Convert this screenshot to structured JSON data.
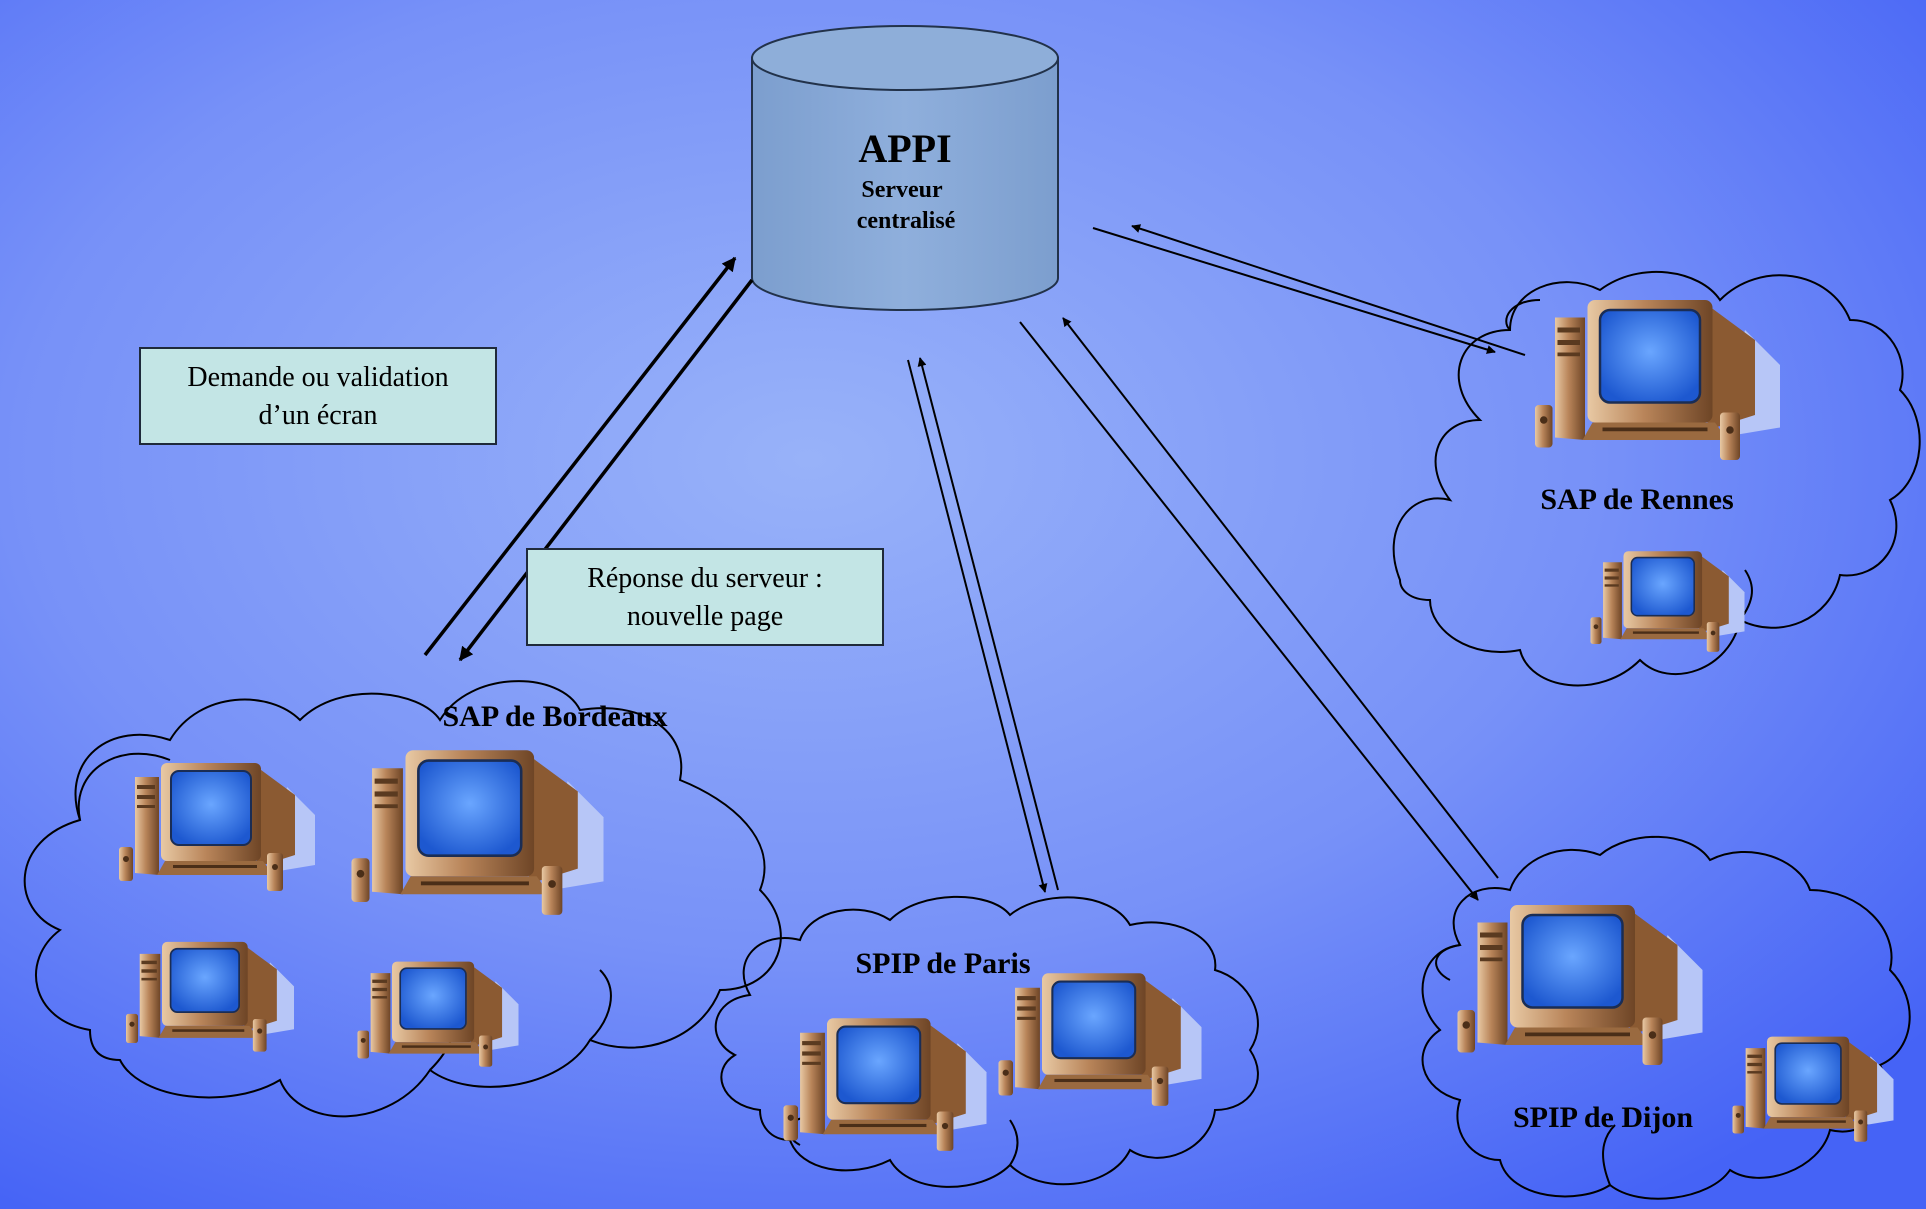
{
  "colors": {
    "background_center": "#93acf8",
    "background_edge": "#4867f6",
    "database_fill": "#88a9d6",
    "note_box_fill": "#c3e5e5",
    "monitor_case": "#a0704a",
    "screen": "#2f6fe0"
  },
  "server": {
    "title": "APPI",
    "line1": "Serveur",
    "line2": "centralisé",
    "icon": "database-cylinder-icon"
  },
  "notes": {
    "request": {
      "line1": "Demande ou validation",
      "line2": "d’un écran"
    },
    "response": {
      "line1": "Réponse du serveur :",
      "line2": "nouvelle page"
    }
  },
  "sites": {
    "bordeaux": "SAP de Bordeaux",
    "rennes": "SAP de Rennes",
    "paris": "SPIP de Paris",
    "dijon": "SPIP de Dijon"
  },
  "computer_icon": "desktop-computer-icon",
  "cloud_icon": "network-cloud-icon"
}
